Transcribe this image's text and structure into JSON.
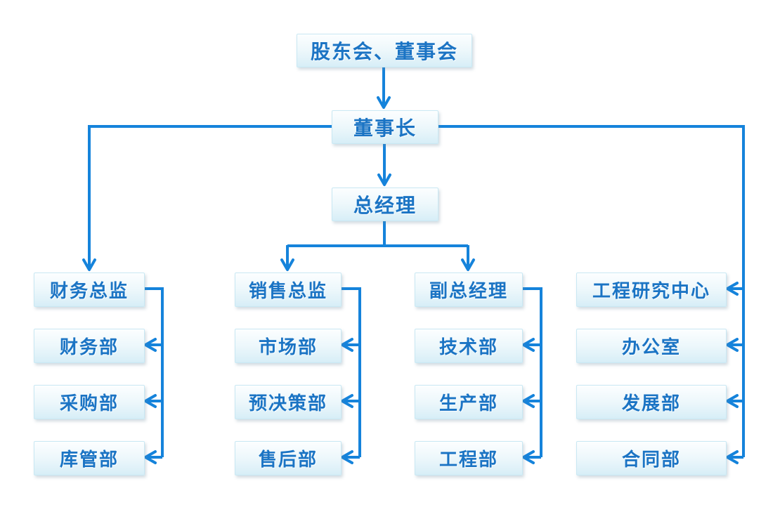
{
  "colors": {
    "line_blue": "#1583db",
    "text_blue": "#1b74c4",
    "box_fill_top": "#fcfeff",
    "box_fill_bottom": "#d7eef7",
    "box_border": "#c9e8f3",
    "background": "#ffffff"
  },
  "org": {
    "root": "股东会、董事会",
    "chairman": "董事长",
    "general_manager": "总经理",
    "branches": [
      {
        "head": "财务总监",
        "departments": [
          "财务部",
          "采购部",
          "库管部"
        ]
      },
      {
        "head": "销售总监",
        "departments": [
          "市场部",
          "预决策部",
          "售后部"
        ]
      },
      {
        "head": "副总经理",
        "departments": [
          "技术部",
          "生产部",
          "工程部"
        ]
      },
      {
        "head": "工程研究中心",
        "departments": [
          "办公室",
          "发展部",
          "合同部"
        ]
      }
    ]
  }
}
